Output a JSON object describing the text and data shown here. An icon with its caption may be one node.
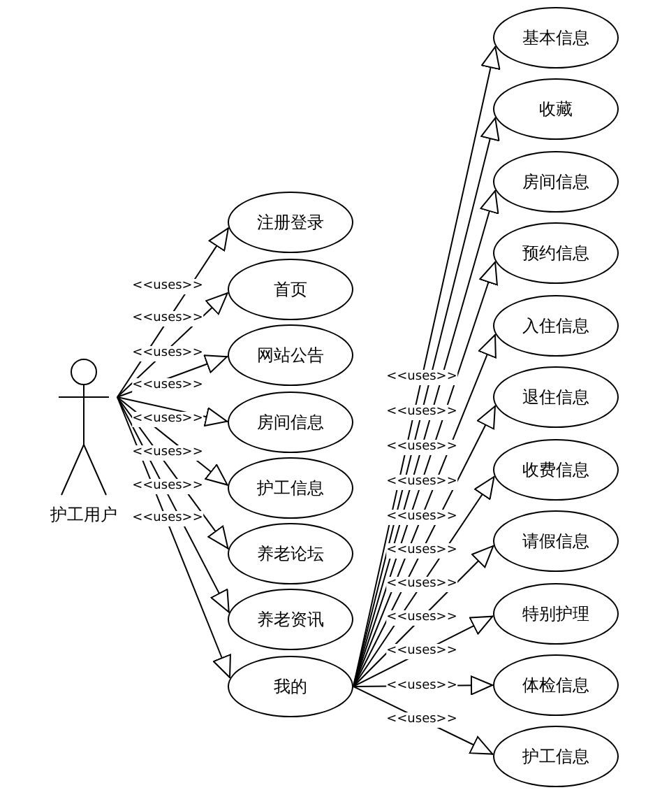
{
  "diagram": {
    "nodes": [
      {
        "text": [
          "护工用户"
        ]
      },
      {
        "text": [
          "注册登录"
        ]
      },
      {
        "text": [
          "首页"
        ]
      },
      {
        "text": [
          "网站公告"
        ]
      },
      {
        "text": [
          "房间信息"
        ]
      },
      {
        "text": [
          "护工信息"
        ]
      },
      {
        "text": [
          "养老论坛"
        ]
      },
      {
        "text": [
          "养老资讯"
        ]
      },
      {
        "text": [
          "我的"
        ]
      },
      {
        "text": [
          "基本信息"
        ]
      },
      {
        "text": [
          "收藏"
        ]
      },
      {
        "text": [
          "房间信息"
        ]
      },
      {
        "text": [
          "预约信息"
        ]
      },
      {
        "text": [
          "入住信息"
        ]
      },
      {
        "text": [
          "退住信息"
        ]
      },
      {
        "text": [
          "收费信息"
        ]
      },
      {
        "text": [
          "请假信息"
        ]
      },
      {
        "text": [
          "特别护理"
        ]
      },
      {
        "text": [
          "体检信息"
        ]
      },
      {
        "text": [
          "护工信息"
        ]
      }
    ],
    "edges": [
      {
        "from": 0,
        "to": 1,
        "arrow": "to",
        "label": "<<uses>>"
      },
      {
        "from": 0,
        "to": 2,
        "arrow": "to",
        "label": "<<uses>>"
      },
      {
        "from": 0,
        "to": 3,
        "arrow": "to",
        "label": "<<uses>>"
      },
      {
        "from": 0,
        "to": 4,
        "arrow": "to",
        "label": "<<uses>>"
      },
      {
        "from": 0,
        "to": 5,
        "arrow": "to",
        "label": "<<uses>>"
      },
      {
        "from": 0,
        "to": 6,
        "arrow": "to",
        "label": "<<uses>>"
      },
      {
        "from": 0,
        "to": 7,
        "arrow": "to",
        "label": "<<uses>>"
      },
      {
        "from": 0,
        "to": 8,
        "arrow": "to",
        "label": "<<uses>>"
      },
      {
        "from": 8,
        "to": 9,
        "arrow": "to",
        "label": "<<uses>>"
      },
      {
        "from": 8,
        "to": 10,
        "arrow": "to",
        "label": "<<uses>>"
      },
      {
        "from": 8,
        "to": 11,
        "arrow": "to",
        "label": "<<uses>>"
      },
      {
        "from": 8,
        "to": 12,
        "arrow": "to",
        "label": "<<uses>>"
      },
      {
        "from": 8,
        "to": 13,
        "arrow": "to",
        "label": "<<uses>>"
      },
      {
        "from": 8,
        "to": 14,
        "arrow": "to",
        "label": "<<uses>>"
      },
      {
        "from": 8,
        "to": 15,
        "arrow": "to",
        "label": "<<uses>>"
      },
      {
        "from": 8,
        "to": 16,
        "arrow": "to",
        "label": "<<uses>>"
      },
      {
        "from": 8,
        "to": 17,
        "arrow": "to",
        "label": "<<uses>>"
      },
      {
        "from": 8,
        "to": 18,
        "arrow": "to",
        "label": "<<uses>>"
      },
      {
        "from": 8,
        "to": 19,
        "arrow": "to",
        "label": "<<uses>>"
      }
    ]
  }
}
